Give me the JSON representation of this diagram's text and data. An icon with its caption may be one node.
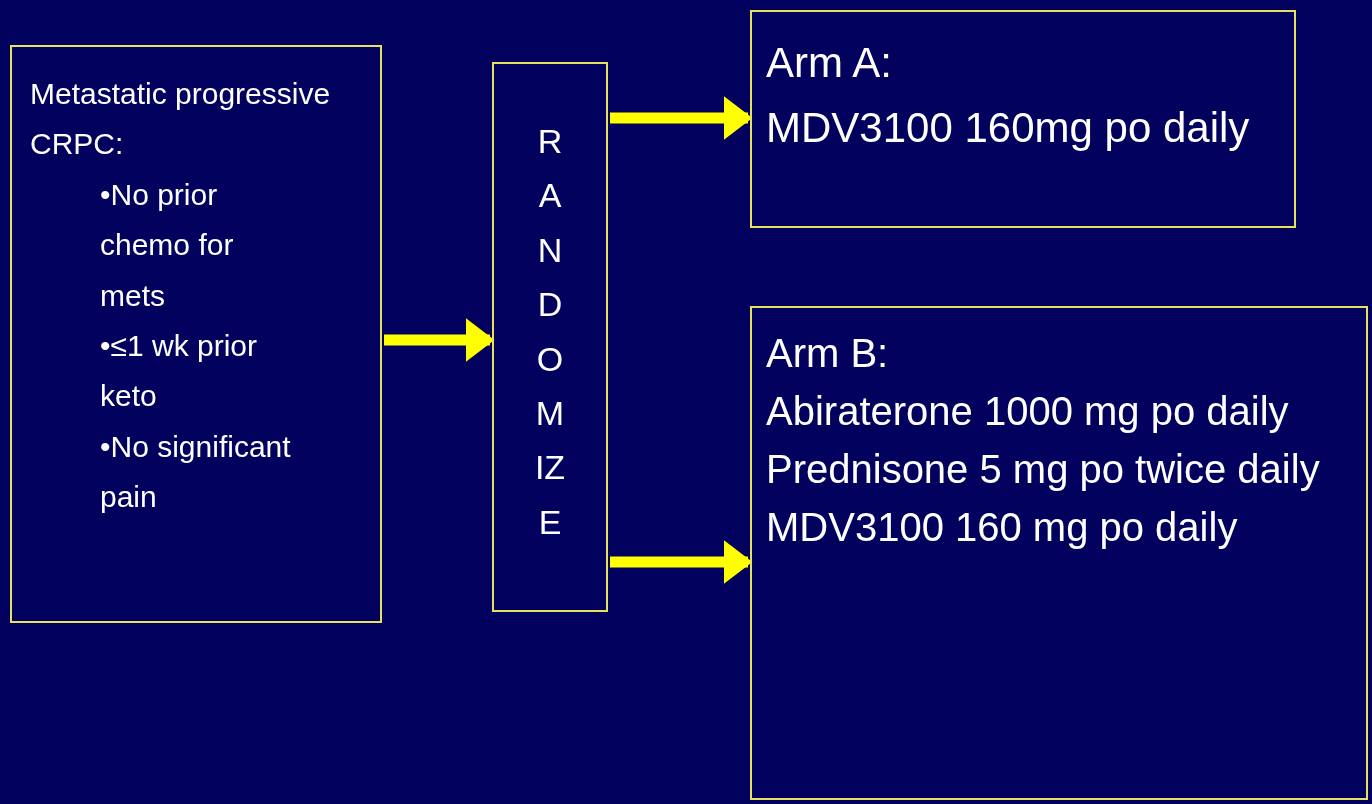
{
  "diagram": {
    "nodes": [
      {
        "text": [
          "Metastatic progressive CRPC:",
          "•No prior chemo for mets",
          "•≤1 wk prior keto",
          "•No significant pain"
        ]
      },
      {
        "text": [
          "RANDOMIZE"
        ]
      },
      {
        "text": [
          "Arm A:",
          "MDV3100 160mg po daily"
        ]
      },
      {
        "text": [
          "Arm B:",
          "Abiraterone 1000 mg po daily",
          "Prednisone 5 mg po twice daily",
          "MDV3100 160 mg po daily"
        ]
      }
    ],
    "edges": [
      {
        "from": 0,
        "to": 1,
        "arrow": "to"
      },
      {
        "from": 1,
        "to": 2,
        "arrow": "to"
      },
      {
        "from": 1,
        "to": 3,
        "arrow": "to"
      }
    ]
  }
}
